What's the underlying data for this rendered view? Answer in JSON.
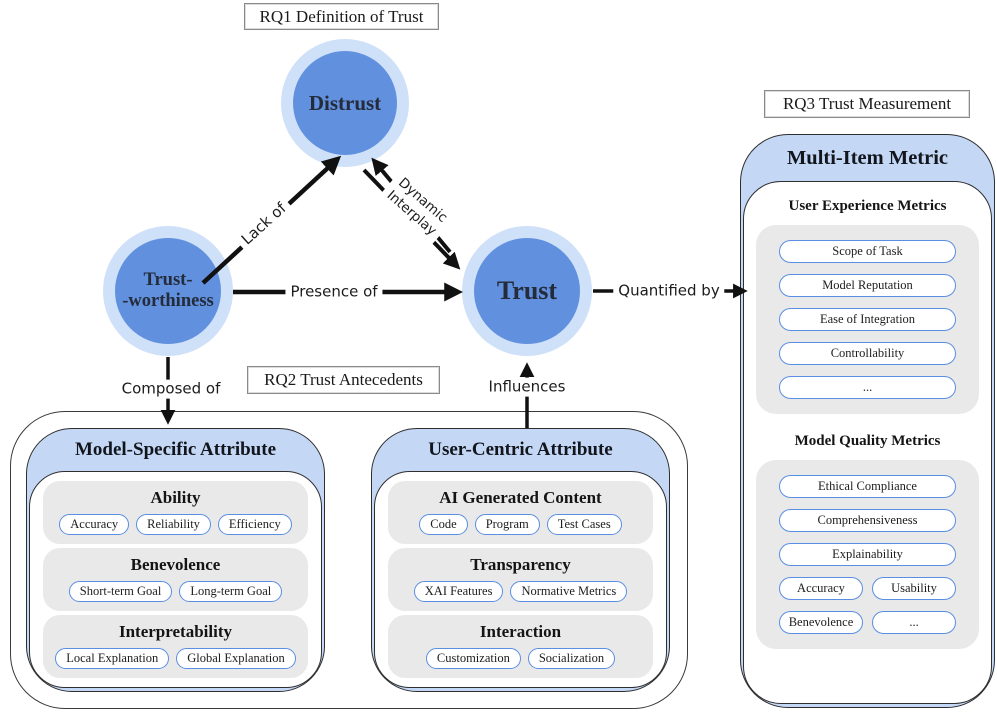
{
  "tags": {
    "rq1": "RQ1 Definition of Trust",
    "rq2": "RQ2 Trust Antecedents",
    "rq3": "RQ3 Trust Measurement"
  },
  "nodes": {
    "distrust": "Distrust",
    "trustworthiness_line1": "Trust-",
    "trustworthiness_line2": "-worthiness",
    "trust": "Trust"
  },
  "edges": {
    "lack_of": "Lack of",
    "presence_of": "Presence of",
    "dynamic_line1": "Dynamic",
    "dynamic_line2": "Interplay",
    "quantified_by": "Quantified by",
    "composed_of": "Composed of",
    "influences": "Influences"
  },
  "model_specific": {
    "title": "Model-Specific Attribute",
    "sections": [
      {
        "heading": "Ability",
        "pills": [
          "Accuracy",
          "Reliability",
          "Efficiency"
        ]
      },
      {
        "heading": "Benevolence",
        "pills": [
          "Short-term Goal",
          "Long-term Goal"
        ]
      },
      {
        "heading": "Interpretability",
        "pills": [
          "Local Explanation",
          "Global Explanation"
        ]
      }
    ]
  },
  "user_centric": {
    "title": "User-Centric Attribute",
    "sections": [
      {
        "heading": "AI Generated Content",
        "pills": [
          "Code",
          "Program",
          "Test Cases"
        ]
      },
      {
        "heading": "Transparency",
        "pills": [
          "XAI Features",
          "Normative Metrics"
        ]
      },
      {
        "heading": "Interaction",
        "pills": [
          "Customization",
          "Socialization"
        ]
      }
    ]
  },
  "multi_item": {
    "title": "Multi-Item Metric",
    "groups": [
      {
        "heading": "User Experience Metrics",
        "pills": [
          "Scope of Task",
          "Model Reputation",
          "Ease of Integration",
          "Controllability",
          "..."
        ]
      },
      {
        "heading": "Model Quality Metrics",
        "pills": [
          "Ethical Compliance",
          "Comprehensiveness",
          "Explainability",
          "Accuracy",
          "Usability",
          "Benevolence",
          "..."
        ]
      }
    ]
  },
  "colors": {
    "node_fill": "#6190df",
    "node_ring": "#cfe0f9",
    "header_blue": "#c4d8f6",
    "section_gray": "#e9e9e9",
    "pill_border": "#5a8ee2",
    "arrow_black": "#111111"
  }
}
